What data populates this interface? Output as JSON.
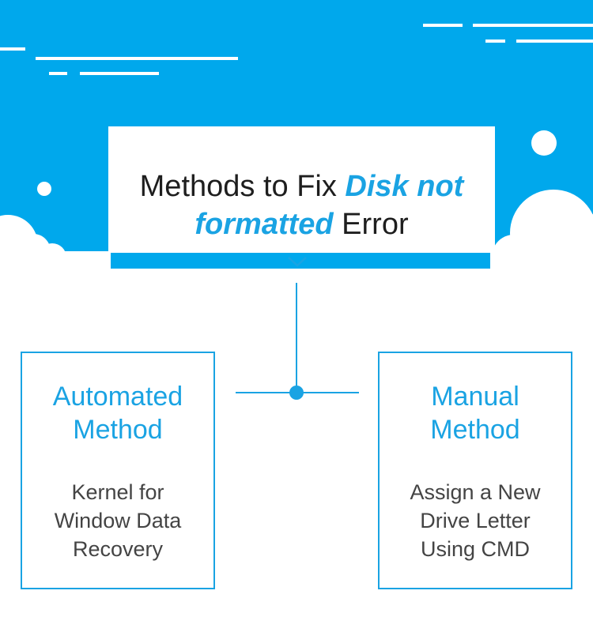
{
  "title": {
    "prefix": "Methods to Fix ",
    "line1_highlight": "Disk not",
    "line2_highlight": "formatted",
    "suffix": " Error"
  },
  "methods": [
    {
      "title_line1": "Automated",
      "title_line2": "Method",
      "desc_line1": "Kernel for",
      "desc_line2": "Window Data",
      "desc_line3": "Recovery"
    },
    {
      "title_line1": "Manual",
      "title_line2": "Method",
      "desc_line1": "Assign a New",
      "desc_line2": "Drive Letter",
      "desc_line3": "Using CMD"
    }
  ],
  "colors": {
    "sky": "#00a8ec",
    "accent": "#1aa3e3",
    "text": "#1e1e1e",
    "desc": "#444444"
  }
}
